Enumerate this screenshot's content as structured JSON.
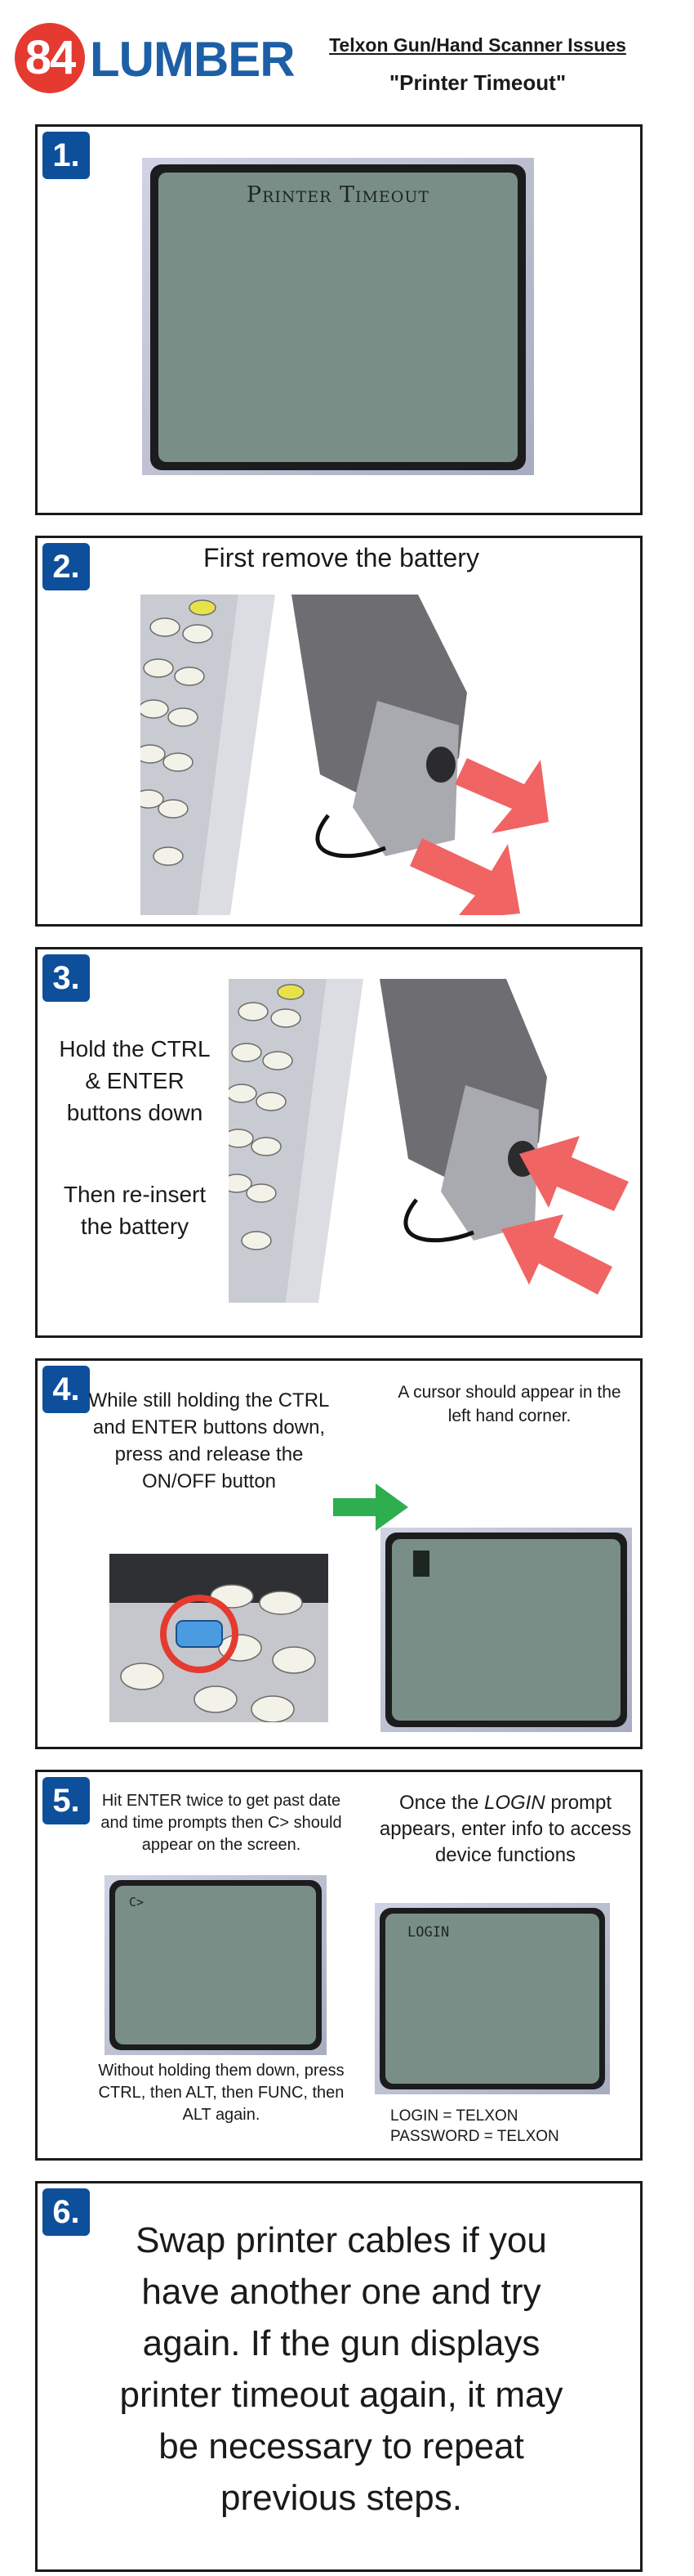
{
  "header": {
    "logo_number": "84",
    "logo_word": "LUMBER",
    "title": "Telxon Gun/Hand Scanner Issues",
    "subtitle": "\"Printer Timeout\""
  },
  "steps": [
    {
      "number": "1.",
      "screen_text": "Printer Timeout"
    },
    {
      "number": "2.",
      "text": "First remove the battery"
    },
    {
      "number": "3.",
      "text_a": "Hold the CTRL & ENTER buttons down",
      "text_b": "Then re-insert the battery"
    },
    {
      "number": "4.",
      "text_left": "While still holding the CTRL and ENTER buttons down, press and release the ON/OFF button",
      "text_right": "A cursor should appear in the left hand corner."
    },
    {
      "number": "5.",
      "text_left_top": "Hit ENTER twice to get past date and time prompts then C> should appear on the screen.",
      "screen_c": "C>",
      "text_left_bottom": "Without holding them down, press CTRL, then ALT, then FUNC, then ALT again.",
      "text_right_pre": "Once the ",
      "text_right_em": "LOGIN",
      "text_right_post": " prompt appears, enter info to access device functions",
      "screen_login": "LOGIN",
      "login_line": "LOGIN = TELXON",
      "password_line": "PASSWORD = TELXON"
    },
    {
      "number": "6.",
      "text": "Swap printer cables if you have another one and try again. If the gun displays printer timeout again, it may be necessary to repeat previous steps."
    }
  ],
  "colors": {
    "badge": "#0e4f9b",
    "arrow_red": "#f06464",
    "arrow_green": "#2eae4e",
    "lcd": "#7a8e88",
    "logo_red": "#e53a30",
    "logo_blue": "#1d5fa6"
  }
}
